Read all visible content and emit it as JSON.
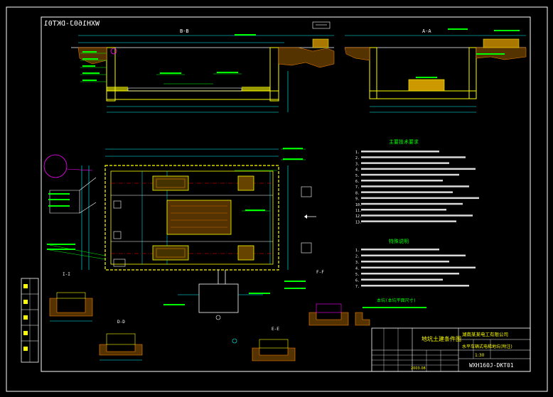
{
  "drawing": {
    "mirrored_id": "WXH160J-DKT01",
    "drawing_number": "WXH160J-DKT01",
    "sheet_title": "地坑土建条件图",
    "company": "湖南某某电工有限公司",
    "subtitle": "水平车辆式电梯地坑(附注)",
    "scale": "1:30",
    "date": "2003.08",
    "colors": {
      "background": "#000000",
      "frame": "#ffffff",
      "wall": "#ffff00",
      "dimension": "#00ffff",
      "annotation": "#00ff00",
      "leader": "#ff00ff",
      "centerline": "#ff0000",
      "hatch": "#ff8800"
    }
  },
  "sections": {
    "bb": "B-B",
    "aa": "A-A",
    "ii": "I-I",
    "dd": "D-D",
    "ee": "E-E",
    "ff": "F-F"
  },
  "notes": {
    "main_title": "主要技术要求",
    "main_items": [
      "1.",
      "2.",
      "3.",
      "4.",
      "5.",
      "6.",
      "7.",
      "8.",
      "9.",
      "10.",
      "11.",
      "12.",
      "13."
    ],
    "other_title": "特殊说明",
    "other_items": [
      "1.",
      "2.",
      "3.",
      "4.",
      "5.",
      "6.",
      "7."
    ],
    "fire_title": "本坑(本坑平面尺寸)"
  },
  "title_block": {
    "rows_left": [
      "",
      "",
      "",
      "",
      ""
    ],
    "cells": [
      "1:30",
      "2003.08"
    ]
  }
}
